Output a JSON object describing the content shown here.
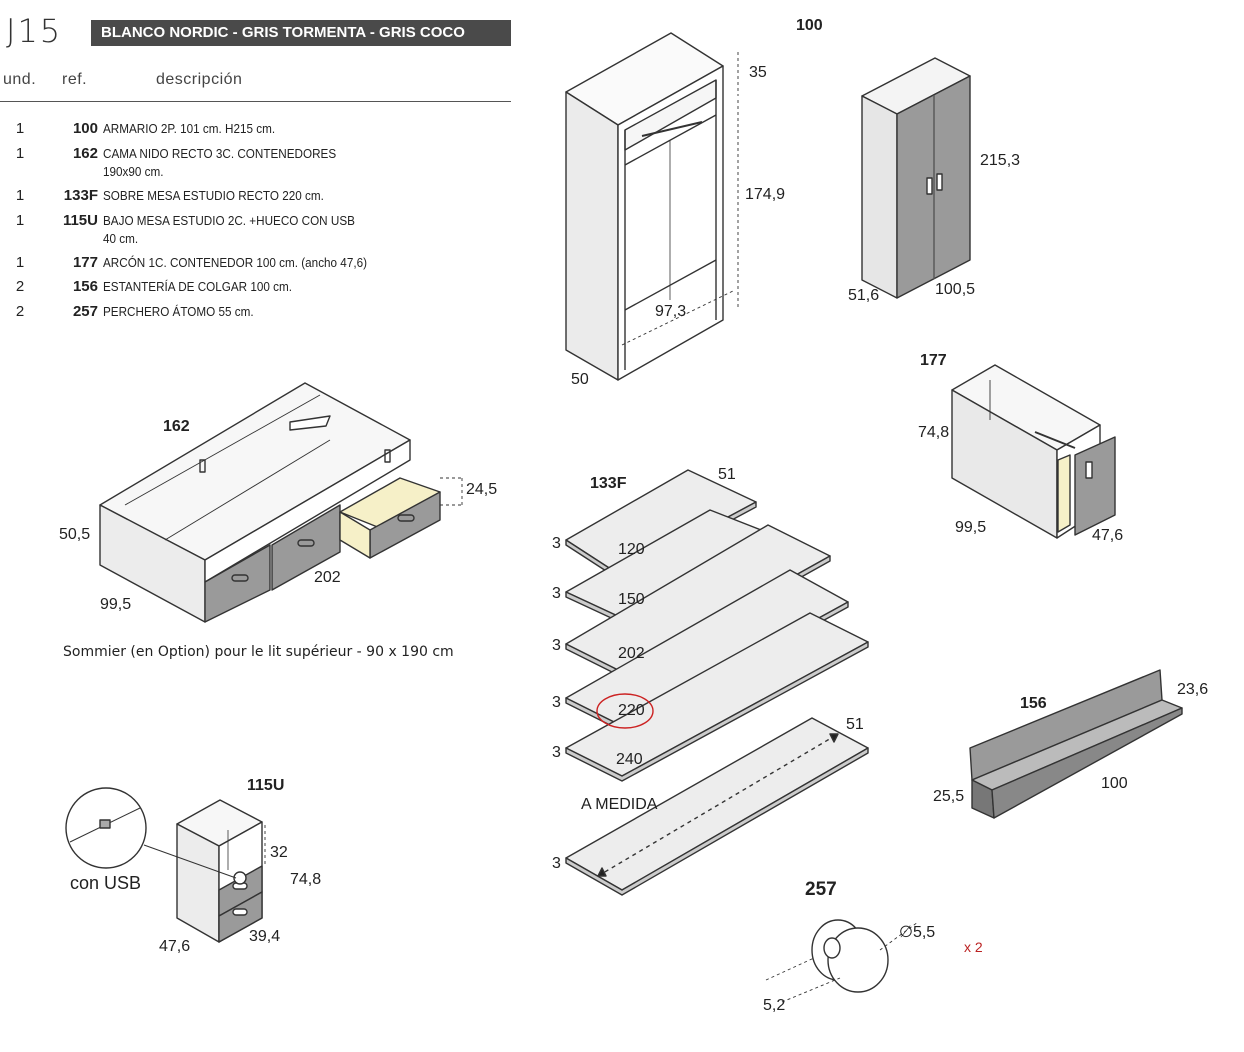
{
  "header": {
    "code": "J15",
    "finishes": "BLANCO NORDIC - GRIS TORMENTA - GRIS COCO",
    "col_units": "und.",
    "col_ref": "ref.",
    "col_desc": "descripción"
  },
  "items": [
    {
      "qty": "1",
      "ref": "100",
      "desc": "ARMARIO 2P. 101 cm. H215 cm.",
      "desc2": ""
    },
    {
      "qty": "1",
      "ref": "162",
      "desc": "CAMA NIDO RECTO 3C. CONTENEDORES",
      "desc2": "190x90 cm."
    },
    {
      "qty": "1",
      "ref": "133F",
      "desc": "SOBRE MESA ESTUDIO RECTO 220 cm.",
      "desc2": ""
    },
    {
      "qty": "1",
      "ref": "115U",
      "desc": "BAJO MESA ESTUDIO 2C. +HUECO CON USB",
      "desc2": "40 cm."
    },
    {
      "qty": "1",
      "ref": "177",
      "desc": "ARCÓN 1C. CONTENEDOR 100 cm. (ancho 47,6)",
      "desc2": ""
    },
    {
      "qty": "2",
      "ref": "156",
      "desc": "ESTANTERÍA DE COLGAR 100 cm.",
      "desc2": ""
    },
    {
      "qty": "2",
      "ref": "257",
      "desc": "PERCHERO ÁTOMO 55 cm.",
      "desc2": ""
    }
  ],
  "wardrobe_open": {
    "top": "35",
    "height": "174,9",
    "width": "97,3",
    "depth": "50"
  },
  "wardrobe_closed": {
    "title": "100",
    "height": "215,3",
    "depth": "51,6",
    "width": "100,5"
  },
  "bed": {
    "title": "162",
    "drawer_h": "24,5",
    "height": "50,5",
    "length": "202",
    "width": "99,5",
    "note": "Sommier (en Option) pour le lit supérieur - 90 x 190 cm"
  },
  "chest": {
    "title": "177",
    "height": "74,8",
    "length": "99,5",
    "width": "47,6"
  },
  "desk_top": {
    "title": "133F",
    "depth": "51",
    "thicknesses": [
      "3",
      "3",
      "3",
      "3",
      "3",
      "3"
    ],
    "lengths": [
      "120",
      "150",
      "202",
      "220",
      "240"
    ],
    "custom_label": "A MEDIDA",
    "custom_depth": "51"
  },
  "under_desk": {
    "title": "115U",
    "usb_label": "con USB",
    "gap": "32",
    "height": "74,8",
    "depth": "47,6",
    "width": "39,4"
  },
  "shelf": {
    "title": "156",
    "height": "23,6",
    "depth": "25,5",
    "length": "100"
  },
  "hanger": {
    "title": "257",
    "diameter": "∅5,5",
    "depth": "5,2",
    "multiplier": "x 2"
  },
  "colors": {
    "banner": "#4a4a4a",
    "front_grey": "#9a9a9a",
    "light_grey": "#e8e8e8",
    "drawer_inside": "#f6f0c8",
    "highlight": "#cc2222"
  }
}
